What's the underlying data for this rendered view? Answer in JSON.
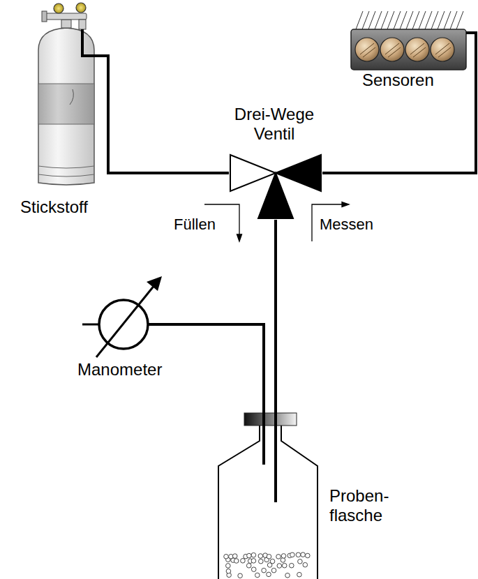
{
  "diagram": {
    "nodes": [
      {
        "text": [
          "Stickstoff"
        ]
      },
      {
        "text": [
          "Sensoren"
        ]
      },
      {
        "text": [
          "Drei-Wege Ventil"
        ]
      },
      {
        "text": [
          "Manometer"
        ]
      },
      {
        "text": [
          "Proben- flasche"
        ]
      }
    ],
    "edges": [
      {
        "from": 0,
        "to": 2,
        "arrow": "none"
      },
      {
        "from": 2,
        "to": 1,
        "arrow": "none"
      },
      {
        "from": 2,
        "to": 4,
        "arrow": "none"
      },
      {
        "from": 3,
        "to": 4,
        "arrow": "none"
      }
    ],
    "labels": [
      "Füllen",
      "Messen"
    ]
  }
}
